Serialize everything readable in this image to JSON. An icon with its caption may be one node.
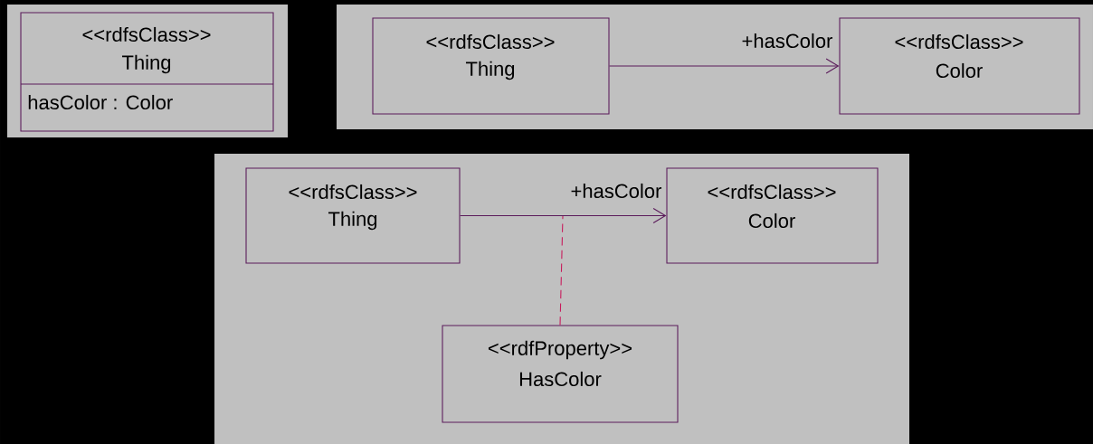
{
  "diagram": {
    "nodes": [
      {
        "text": [
          "<<rdfsClass>>",
          "Thing",
          "hasColor : Color"
        ]
      },
      {
        "text": [
          "<<rdfsClass>>",
          "Thing"
        ]
      },
      {
        "text": [
          "<<rdfsClass>>",
          "Color"
        ]
      },
      {
        "text": [
          "<<rdfsClass>>",
          "Thing"
        ]
      },
      {
        "text": [
          "<<rdfsClass>>",
          "Color"
        ]
      },
      {
        "text": [
          "<<rdfProperty>>",
          "HasColor"
        ]
      }
    ],
    "edges": [
      {
        "from": 1,
        "to": 2,
        "arrow": "to",
        "label": "+hasColor"
      },
      {
        "from": 3,
        "to": 4,
        "arrow": "to",
        "label": "+hasColor"
      },
      {
        "from": 5,
        "to": null,
        "arrow": "none",
        "style": "dashed",
        "color": "#c8185a"
      }
    ]
  }
}
